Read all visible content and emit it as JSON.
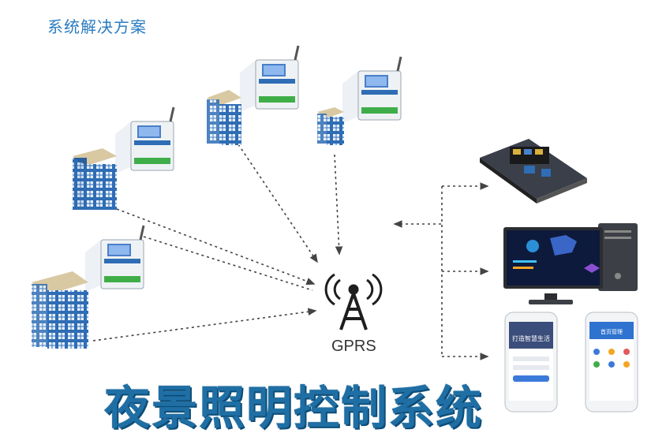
{
  "header": {
    "title": "系统解决方案"
  },
  "network": {
    "gprs_label": "GPRS"
  },
  "system": {
    "title": "夜景照明控制系统"
  },
  "phone_left": {
    "banner_text": "打造智慧生活"
  },
  "phone_right": {
    "header_text": "首页管理"
  },
  "colors": {
    "accent": "#2a7cc0",
    "building": "#2f6db5",
    "title": "#1f6fa5",
    "dashboard_bg": "#0e1a3c"
  }
}
